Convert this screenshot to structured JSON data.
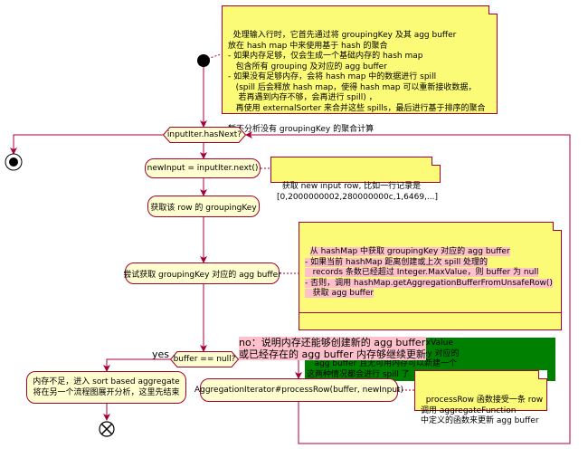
{
  "nodes": {
    "decision_has_next": "inputIter.hasNext?",
    "next_row": "newInput = inputIter.next()",
    "get_grouping_key": "获取该 row 的 groupingKey",
    "get_agg_buffer": "尝试获取 groupingKey 对应的 agg buffer",
    "decision_buffer_null": "buffer == null?",
    "sort_based": "内存不足，进入 sort based aggregate\n将在另一个流程图展开分析，这里先结束",
    "process_row": "AggregationIterator#processRow(buffer, newInput)"
  },
  "labels": {
    "yes": "yes",
    "no_explanation": "no：说明内存还能够创建新的 agg buffer\n或已经存在的 agg buffer 内存够继续更新"
  },
  "notes": {
    "top": "处理输入行时，它首先通过将 groupingKey 及其 agg buffer\n放在 hash map 中来使用基于 hash 的聚合\n- 如果内存足够，仅会生成一个基础内存的 hash map\n   包含所有 grouping 及对应的 agg buffer\n- 如果没有足够内存，会将 hash map 中的数据进行 spill\n   (spill 后会释放 hash map，使得 hash map 可以重新接收数据，\n    若再遇到内存不够，会再进行 spill) ，\n   再使用 externalSorter 来合并这些 spills，最后进行基于排序的聚合\n\n暂不分析没有 groupingKey 的聚合计算",
    "input_row": "获取 new input row, 比如一行记录是\n[0,2000000002,280000000c,1,6469,...]",
    "agg_buffer_pink": "从 hashMap 中获取 groupingKey 对应的 agg buffer\n- 如果当前 hashMap 距离创建或上次 spill 处理的\n   records 条数已经超过 Integer.MaxValue，则 buffer 为 null\n- 否则，调用 hashMap.getAggregationBufferFromUnsafeRow()\n   获取 agg buffer",
    "agg_buffer_green": "- 处理 records 超过 Integer.MaxValue\n- 该 hashMap 无该 groupingKey 对应的\n   agg buffer 且无可用内存可以新建一个\n这两种情况都会进行 spill 了",
    "process_row": "processRow 函数接受一条 row\n调用 aggregateFunction\n中定义的函数来更新 agg buffer"
  },
  "colors": {
    "activity_fill": "#fefece",
    "border": "#a80036",
    "note_fill": "#fbfb77",
    "highlight_pink": "#ffc0cb",
    "highlight_green": "#008000"
  }
}
